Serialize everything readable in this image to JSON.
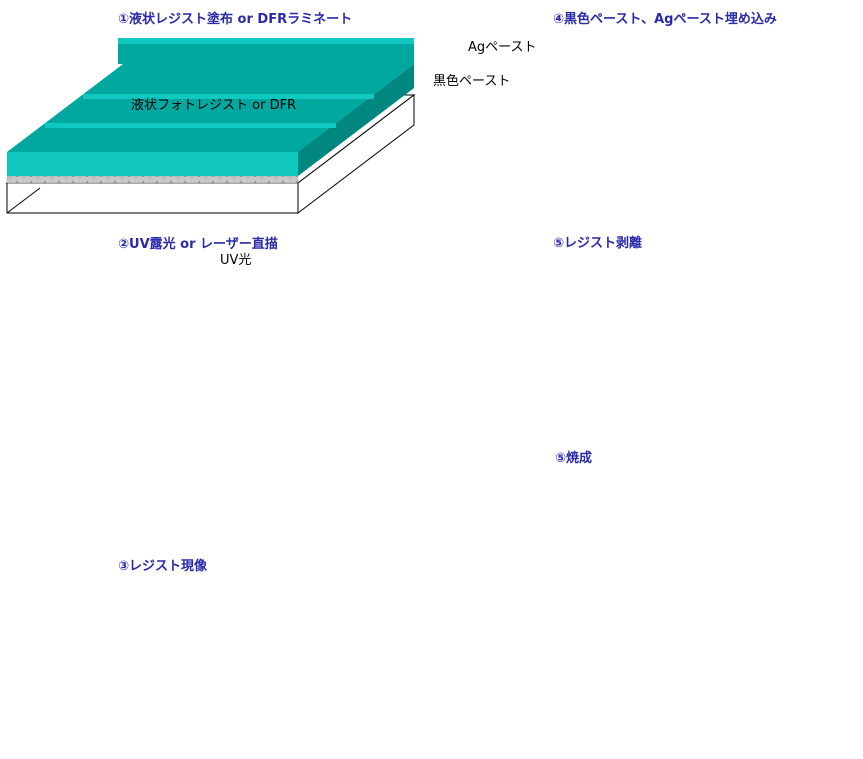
{
  "steps": [
    {
      "number": "①",
      "title": "①液状レジスト塗布 or DFRラミネート"
    },
    {
      "number": "②",
      "title": "②UV露光 or レーザー直描"
    },
    {
      "number": "③",
      "title": "③レジスト現像"
    },
    {
      "number": "④",
      "title": "④黒色ペースト、Agペースト埋め込み"
    },
    {
      "number": "⑤",
      "title": "⑤レジスト剥離"
    },
    {
      "number": "⑤",
      "title": "⑤焼成"
    }
  ],
  "labels": {
    "resist": "液状フォトレジスト or DFR",
    "uv_light": "UV光",
    "ag_paste": "Agペースト",
    "black_paste": "黒色ペースト"
  },
  "colors": {
    "title_blue": "#2a2aa8",
    "resist_top": "#00a8a0",
    "resist_front": "#10c8c0",
    "resist_side": "#008880",
    "mask_black": "#1a1a1a",
    "uv_arrow": "#ffff00",
    "paste_dark": "#555555",
    "substrate_grey": "#b0b0b0"
  },
  "icons": [
    "light-bulb-icon",
    "uv-arrow-icon"
  ]
}
